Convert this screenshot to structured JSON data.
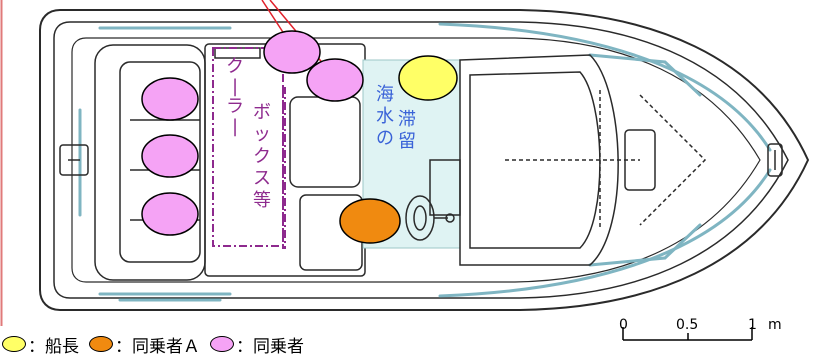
{
  "colors": {
    "captain": "#ffff66",
    "passenger_a": "#f08a10",
    "passenger": "#f5a3f5",
    "seawater_fill": "#dff3f3",
    "hull_line": "#2a2a2a",
    "pipe_line": "#7fb5c2",
    "cooler_text": "#8e2a8e",
    "water_text": "#3a63d8",
    "arrow": "#e0202a"
  },
  "labels": {
    "cooler_col1": "クーラー",
    "cooler_col2": "ボックス等",
    "water_col1": "海水の",
    "water_col2": "滞留"
  },
  "legend": [
    {
      "icon": "captain-marker-icon",
      "color_key": "captain",
      "text": "：船長"
    },
    {
      "icon": "passenger-a-marker-icon",
      "color_key": "passenger_a",
      "text": "：同乗者Ａ"
    },
    {
      "icon": "passenger-marker-icon",
      "color_key": "passenger",
      "text": "：同乗者"
    }
  ],
  "scale": {
    "tick_labels": [
      "0",
      "0.5",
      "1"
    ],
    "unit": "m"
  }
}
